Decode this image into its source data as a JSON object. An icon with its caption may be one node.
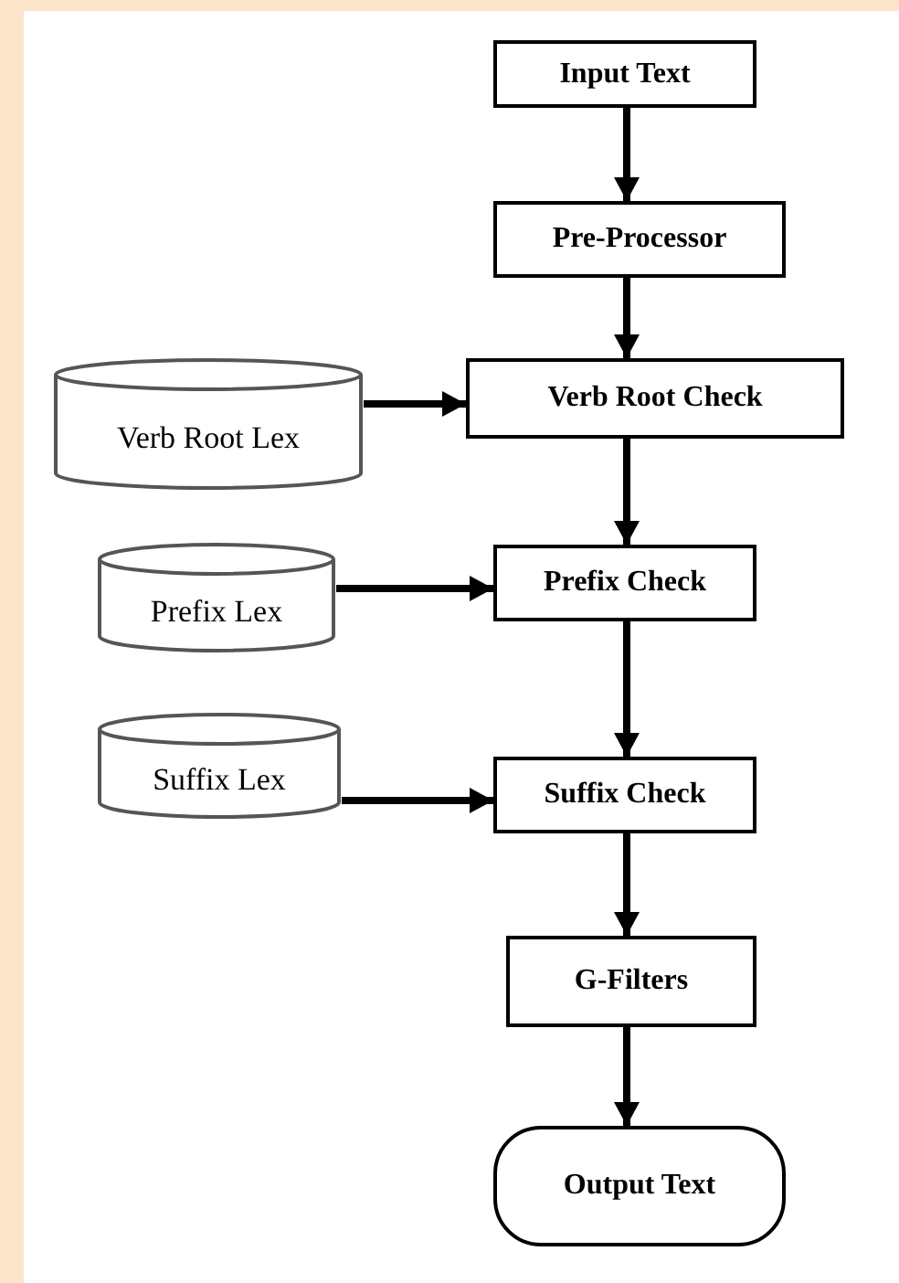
{
  "diagram": {
    "nodes": [
      {
        "text": [
          "Input Text"
        ]
      },
      {
        "text": [
          "Pre-Processor"
        ]
      },
      {
        "text": [
          "Verb Root Lex"
        ]
      },
      {
        "text": [
          "Verb Root Check"
        ]
      },
      {
        "text": [
          "Prefix Lex"
        ]
      },
      {
        "text": [
          "Prefix Check"
        ]
      },
      {
        "text": [
          "Suffix Lex"
        ]
      },
      {
        "text": [
          "Suffix Check"
        ]
      },
      {
        "text": [
          "G-Filters"
        ]
      },
      {
        "text": [
          "Output Text"
        ]
      }
    ],
    "edges": [
      {
        "from": 0,
        "to": 1,
        "arrow": "to"
      },
      {
        "from": 1,
        "to": 3,
        "arrow": "to"
      },
      {
        "from": 2,
        "to": 3,
        "arrow": "to"
      },
      {
        "from": 3,
        "to": 5,
        "arrow": "to"
      },
      {
        "from": 4,
        "to": 5,
        "arrow": "to"
      },
      {
        "from": 5,
        "to": 7,
        "arrow": "to"
      },
      {
        "from": 6,
        "to": 7,
        "arrow": "to"
      },
      {
        "from": 7,
        "to": 8,
        "arrow": "to"
      },
      {
        "from": 8,
        "to": 9,
        "arrow": "to"
      }
    ]
  }
}
